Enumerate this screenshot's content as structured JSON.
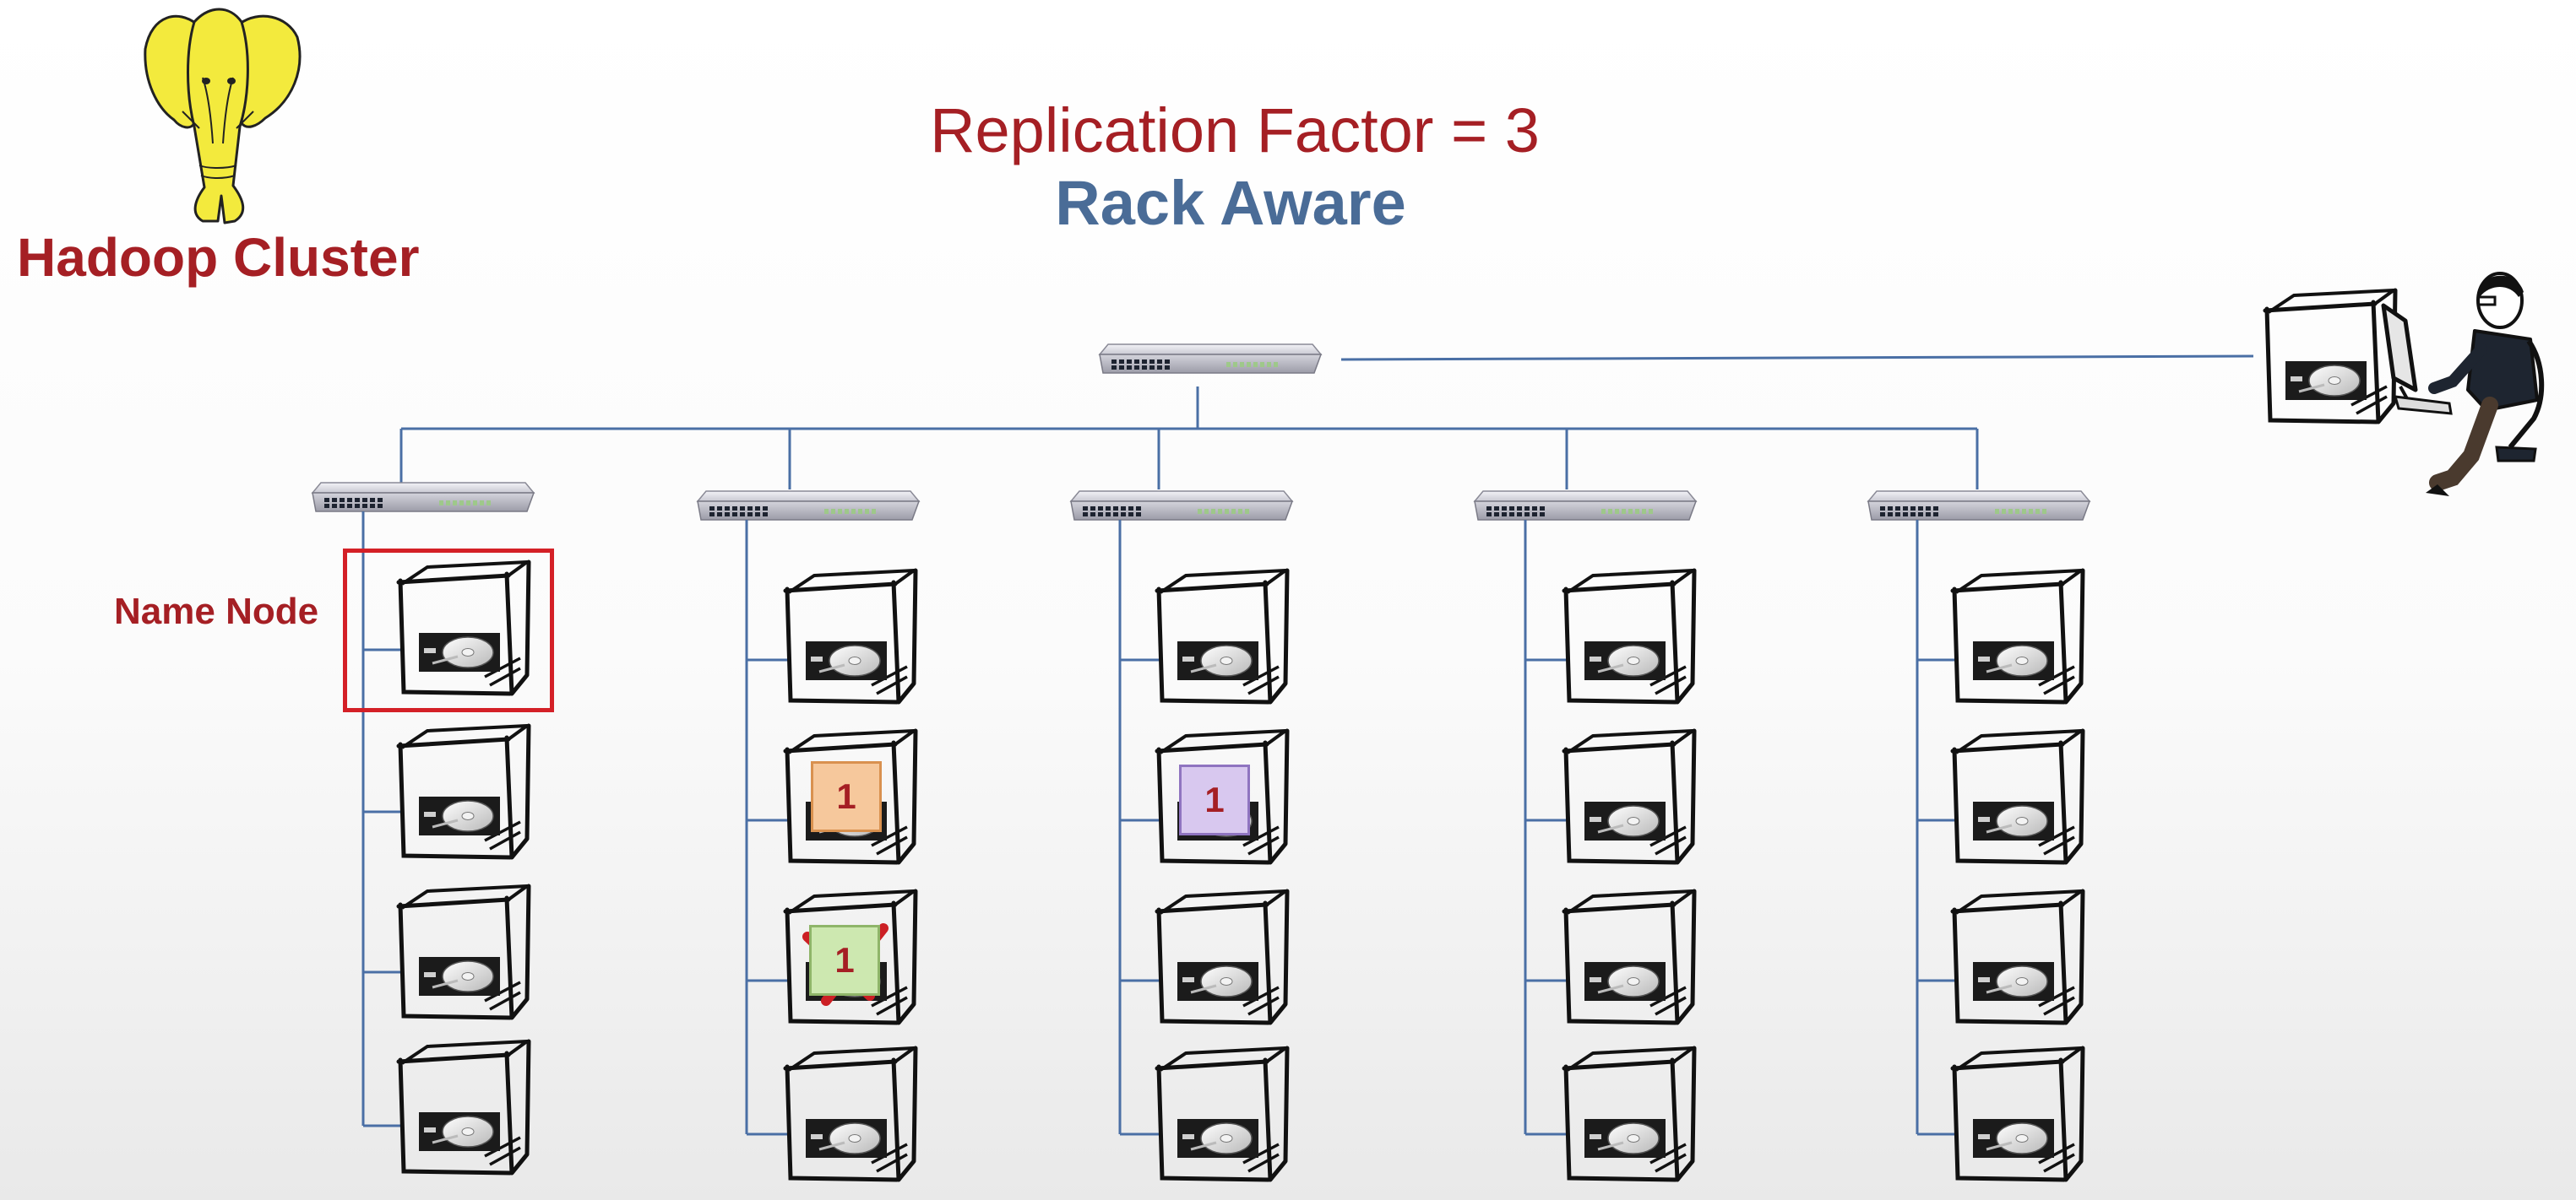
{
  "header": {
    "cluster_title": "Hadoop Cluster",
    "title_line1": "Replication Factor = 3",
    "title_line2": "Rack Aware"
  },
  "diagram": {
    "name_node_label": "Name Node",
    "block_labels": {
      "orange": "1",
      "purple": "1",
      "green": "1"
    },
    "racks": 5,
    "servers_per_rack": 4,
    "failed_block": "green"
  },
  "colors": {
    "title_red": "#a51f24",
    "title_blue": "#4a6c97",
    "network_line": "#4a6fa5",
    "highlight_box": "#d42027",
    "block_orange": "#f6c89c",
    "block_purple": "#d8c8ef",
    "block_green": "#cde8b0",
    "elephant_yellow": "#f3ea3d"
  },
  "icons": [
    "hadoop-elephant-icon",
    "network-switch-icon",
    "server-icon",
    "hard-disk-icon",
    "user-at-computer-icon",
    "failure-x-icon"
  ]
}
